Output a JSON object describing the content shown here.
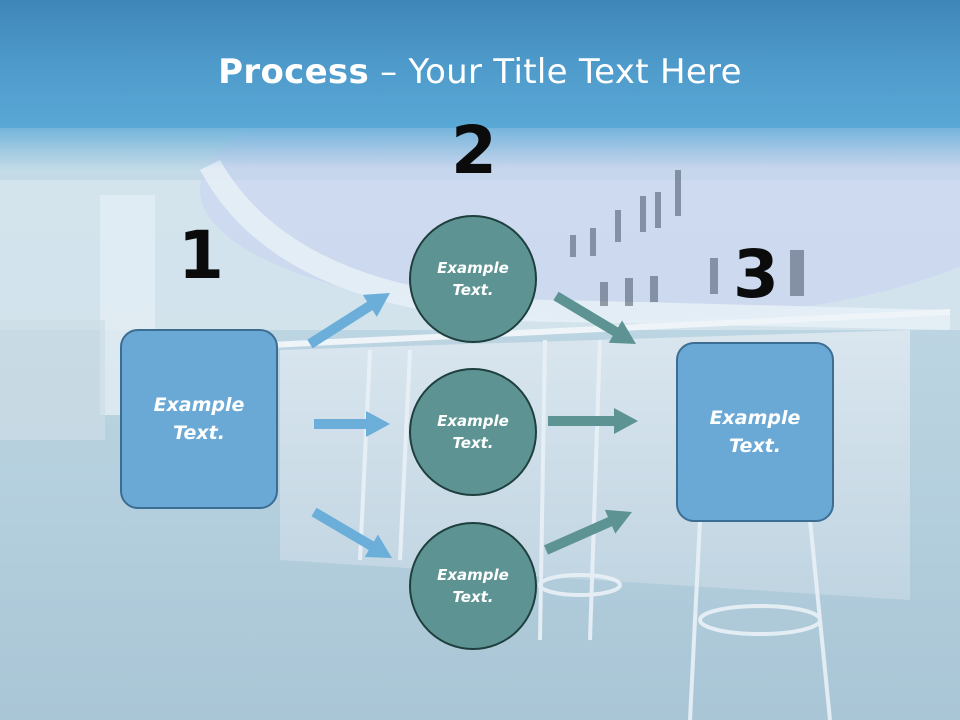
{
  "slide": {
    "title_bold": "Process",
    "title_rest": " – Your Title Text Here"
  },
  "steps": {
    "one": {
      "number": "1",
      "label": "Example\nText."
    },
    "two": {
      "number": "2",
      "circles": [
        {
          "label": "Example\nText."
        },
        {
          "label": "Example\nText."
        },
        {
          "label": "Example\nText."
        }
      ]
    },
    "three": {
      "number": "3",
      "label": "Example\nText."
    }
  },
  "colors": {
    "header": "#4f9ccc",
    "box_fill": "#6aa8d6",
    "circle_fill": "#5d9493",
    "arrow_blue": "#6aaed9",
    "arrow_teal": "#5d9493"
  }
}
